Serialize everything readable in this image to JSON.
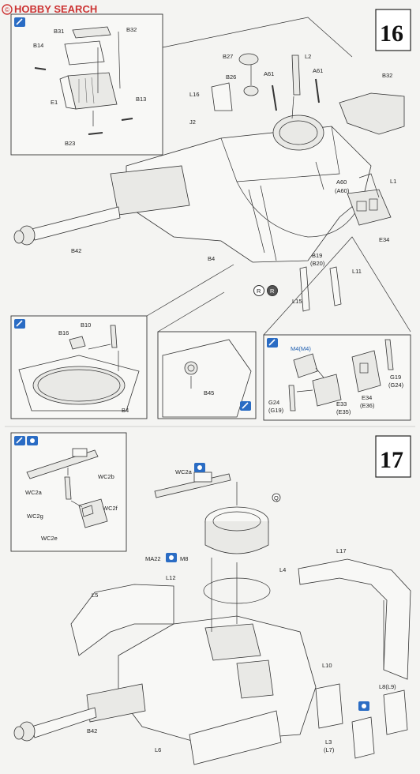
{
  "watermark": {
    "text": "HOBBY SEARCH",
    "copyright": "©"
  },
  "steps": [
    {
      "number": "16"
    },
    {
      "number": "17"
    }
  ],
  "step16": {
    "inset_top_left": {
      "labels": [
        "B31",
        "B32",
        "B14",
        "E1",
        "B13",
        "B23"
      ]
    },
    "main_labels": [
      "B27",
      "L2",
      "B26",
      "A61",
      "A61",
      "B32",
      "L16",
      "J2",
      "A60",
      "(A60)",
      "L1",
      "B42",
      "B4",
      "B19",
      "(B20)",
      "L11",
      "L15",
      "E34"
    ],
    "r_badges": [
      "R",
      "R"
    ],
    "inset_left": {
      "labels": [
        "B10",
        "B16",
        "B4"
      ]
    },
    "inset_mid": {
      "labels": [
        "B45"
      ]
    },
    "inset_right": {
      "labels": [
        "M4(M4)",
        "G19",
        "(G24)",
        "G24",
        "(G19)",
        "E33",
        "(E35)",
        "E34",
        "(E36)"
      ]
    }
  },
  "step17": {
    "inset": {
      "labels": [
        "WC2b",
        "WC2a",
        "WC2g",
        "WC2f",
        "WC2e"
      ]
    },
    "main_labels": [
      "WC2a",
      "Q",
      "MA22",
      "M8",
      "L17",
      "L4",
      "L12",
      "L5",
      "L10",
      "L8(L9)",
      "B42",
      "L6",
      "L3",
      "(L7)"
    ]
  },
  "colors": {
    "line": "#333333",
    "accent_blue": "#1f5fb0",
    "badge_bg": "#2a6cc4"
  }
}
